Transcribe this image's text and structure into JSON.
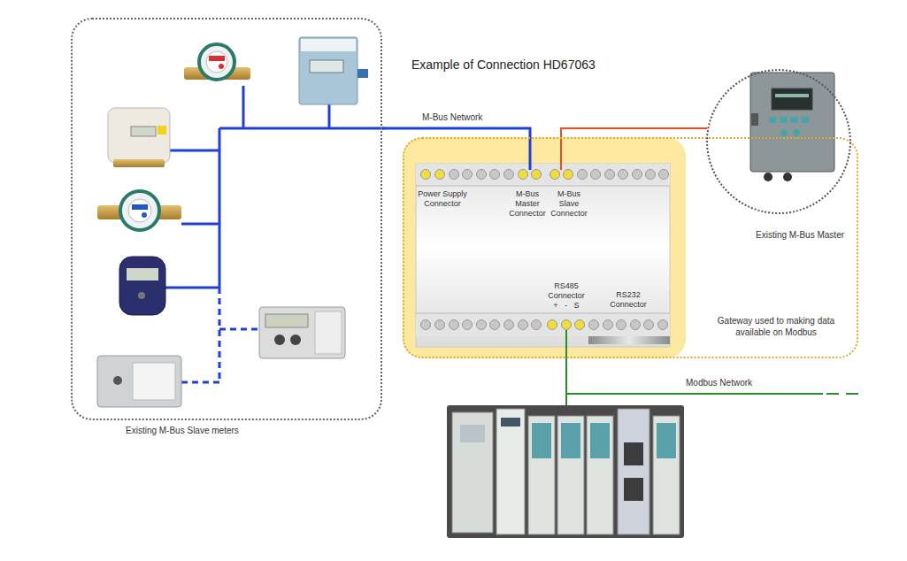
{
  "diagram": {
    "title": "Example of Connection HD67063",
    "nodes": [
      {
        "text": [
          "Existing M-Bus Slave meters"
        ]
      },
      {
        "text": [
          "Gateway used to making data available on Modbus"
        ]
      },
      {
        "text": [
          "Existing M-Bus Master"
        ]
      }
    ],
    "edges": [
      {
        "from": 0,
        "to": 1,
        "label": "M-Bus Network",
        "arrow": "none"
      },
      {
        "from": 1,
        "to": 2,
        "arrow": "none"
      }
    ],
    "labels": [
      "Power Supply Connector",
      "M-Bus Master Connector",
      "M-Bus Slave Connector",
      "RS485 Connector",
      "+ - S",
      "RS232 Connector",
      "Modbus Network"
    ]
  }
}
